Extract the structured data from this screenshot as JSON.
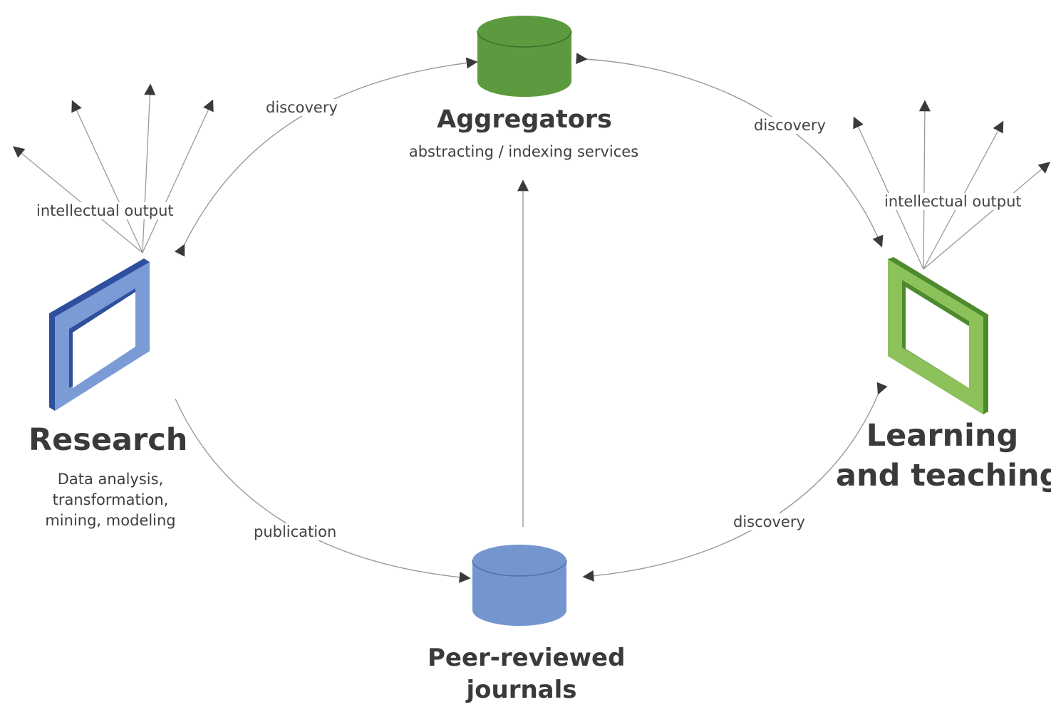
{
  "nodes": {
    "aggregators": {
      "title": "Aggregators",
      "subtitle": "abstracting / indexing services",
      "color": "#5c9a3f"
    },
    "journals": {
      "title_line1": "Peer-reviewed",
      "title_line2": "journals",
      "color": "#7496cf"
    },
    "research": {
      "title": "Research",
      "desc_line1": "Data analysis,",
      "desc_line2": "transformation,",
      "desc_line3": "mining, modeling",
      "color": "#4a6bbd"
    },
    "learning": {
      "title_line1": "Learning",
      "title_line2": "and teaching",
      "color": "#7cb64a"
    }
  },
  "edges": {
    "discovery_research": "discovery",
    "discovery_learning_top": "discovery",
    "discovery_learning_bottom": "discovery",
    "publication": "publication",
    "output_research": "intellectual output",
    "output_learning": "intellectual output"
  },
  "colors": {
    "arrow": "#3a3a3a",
    "line": "#9a9a9a"
  }
}
